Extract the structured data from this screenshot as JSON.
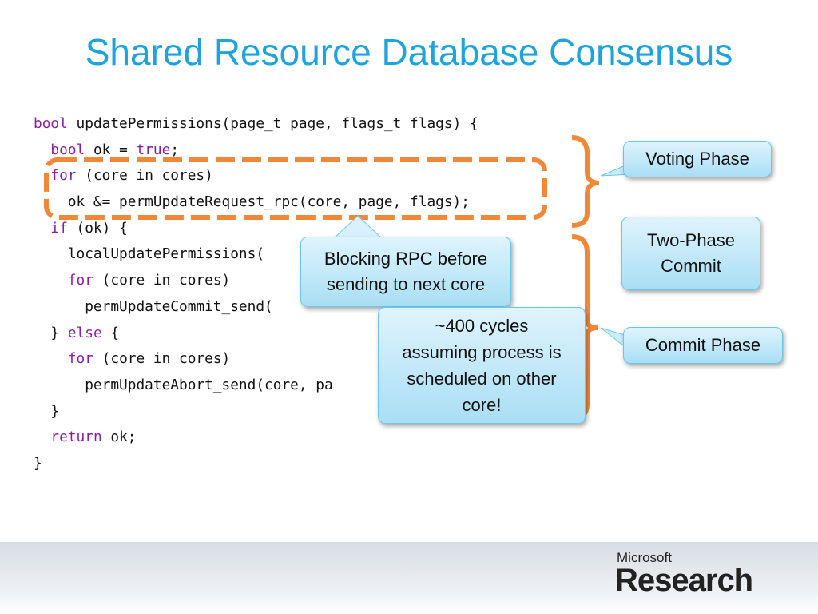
{
  "slide": {
    "title": "Shared Resource Database Consensus"
  },
  "code": {
    "lines": [
      [
        {
          "t": "bool",
          "k": true
        },
        {
          "t": " updatePermissions(page_t page, flags_t flags) {"
        }
      ],
      [
        {
          "t": "  "
        },
        {
          "t": "bool",
          "k": true
        },
        {
          "t": " ok = "
        },
        {
          "t": "true",
          "k": true
        },
        {
          "t": ";"
        }
      ],
      [
        {
          "t": "  "
        },
        {
          "t": "for",
          "k": true
        },
        {
          "t": " (core in cores)"
        }
      ],
      [
        {
          "t": "    ok &= permUpdateRequest_rpc(core, page, flags);"
        }
      ],
      [
        {
          "t": "  "
        },
        {
          "t": "if",
          "k": true
        },
        {
          "t": " (ok) {"
        }
      ],
      [
        {
          "t": "    localUpdatePermissions("
        }
      ],
      [
        {
          "t": "    "
        },
        {
          "t": "for",
          "k": true
        },
        {
          "t": " (core in cores)"
        }
      ],
      [
        {
          "t": "      permUpdateCommit_send("
        }
      ],
      [
        {
          "t": "  } "
        },
        {
          "t": "else",
          "k": true
        },
        {
          "t": " {"
        }
      ],
      [
        {
          "t": "    "
        },
        {
          "t": "for",
          "k": true
        },
        {
          "t": " (core in cores)"
        }
      ],
      [
        {
          "t": "      permUpdateAbort_send(core, pa"
        }
      ],
      [
        {
          "t": "  }"
        }
      ],
      [
        {
          "t": "  "
        },
        {
          "t": "return",
          "k": true
        },
        {
          "t": " ok;"
        }
      ],
      [
        {
          "t": "}"
        }
      ]
    ]
  },
  "callouts": {
    "voting_phase": "Voting Phase",
    "two_phase_commit": "Two-Phase Commit",
    "commit_phase": "Commit Phase",
    "blocking_rpc": "Blocking RPC before sending to next core",
    "cycles_note": "~400 cycles assuming process is scheduled on other core!"
  },
  "logo": {
    "company": "Microsoft",
    "division": "Research"
  },
  "colors": {
    "title": "#1ea4dc",
    "keyword": "#8a1fa6",
    "highlight": "#f0883a",
    "callout_border": "#6cc6ea"
  }
}
